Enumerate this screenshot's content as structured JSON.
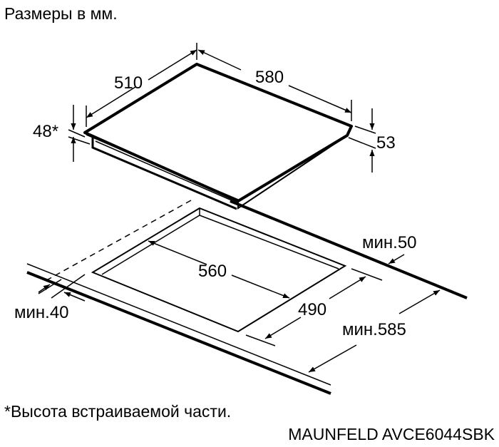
{
  "header": {
    "units_note": "Размеры в мм."
  },
  "hob_dimensions": {
    "depth": "510",
    "width": "580",
    "height_builtin": "48*",
    "height_total": "53"
  },
  "cutout_dimensions": {
    "width": "560",
    "depth": "490",
    "min_back": "мин.50",
    "min_front": "мин.40",
    "min_counter_depth": "мин.585"
  },
  "footer": {
    "footnote": "*Высота встраиваемой части.",
    "model": "MAUNFELD AVCE6044SBK"
  },
  "colors": {
    "line": "#000000",
    "background": "#ffffff"
  }
}
